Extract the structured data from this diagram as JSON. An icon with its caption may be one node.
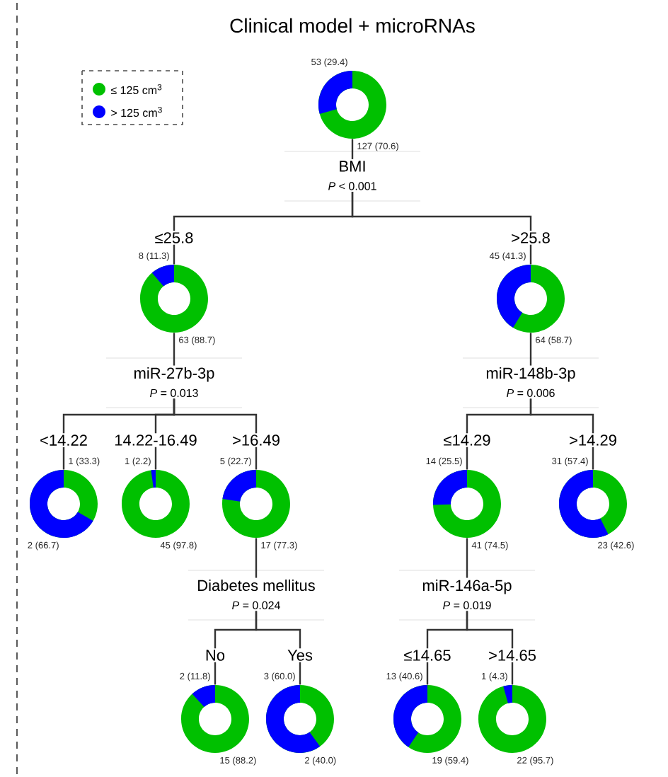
{
  "diagram": {
    "title": "Clinical model + microRNAs",
    "nodes": [
      {
        "text": [],
        "shape": "circle",
        "beside": [
          "53 (29.4)",
          "127 (70.6)"
        ]
      },
      {
        "text": [
          "BMI",
          "*P* < 0.001"
        ]
      },
      {
        "text": [],
        "shape": "circle",
        "beside": [
          "8 (11.3)",
          "63 (88.7)"
        ]
      },
      {
        "text": [],
        "shape": "circle",
        "beside": [
          "45 (41.3)",
          "64 (58.7)"
        ]
      },
      {
        "text": [
          "miR-27b-3p",
          "*P* = 0.013"
        ]
      },
      {
        "text": [
          "miR-148b-3p",
          "*P* = 0.006"
        ]
      },
      {
        "text": [],
        "shape": "circle",
        "beside": [
          "1 (33.3)",
          "2 (66.7)"
        ]
      },
      {
        "text": [],
        "shape": "circle",
        "beside": [
          "1 (2.2)",
          "45 (97.8)"
        ]
      },
      {
        "text": [],
        "shape": "circle",
        "beside": [
          "5 (22.7)",
          "17 (77.3)"
        ]
      },
      {
        "text": [],
        "shape": "circle",
        "beside": [
          "14 (25.5)",
          "41 (74.5)"
        ]
      },
      {
        "text": [],
        "shape": "circle",
        "beside": [
          "31 (57.4)",
          "23 (42.6)"
        ]
      },
      {
        "text": [
          "Diabetes mellitus",
          "*P* = 0.024"
        ]
      },
      {
        "text": [
          "miR-146a-5p",
          "*P* = 0.019"
        ]
      },
      {
        "text": [],
        "shape": "circle",
        "beside": [
          "2 (11.8)",
          "15 (88.2)"
        ]
      },
      {
        "text": [],
        "shape": "circle",
        "beside": [
          "3 (60.0)",
          "2 (40.0)"
        ]
      },
      {
        "text": [],
        "shape": "circle",
        "beside": [
          "13 (40.6)",
          "19 (59.4)"
        ]
      },
      {
        "text": [],
        "shape": "circle",
        "beside": [
          "1 (4.3)",
          "22 (95.7)"
        ]
      }
    ],
    "edges": [
      {
        "from": 0,
        "to": 1,
        "arrow": "none"
      },
      {
        "from": 1,
        "to": 2,
        "arrow": "none",
        "label": "≤25.8"
      },
      {
        "from": 1,
        "to": 3,
        "arrow": "none",
        "label": ">25.8"
      },
      {
        "from": 2,
        "to": 4,
        "arrow": "none"
      },
      {
        "from": 3,
        "to": 5,
        "arrow": "none"
      },
      {
        "from": 4,
        "to": 6,
        "arrow": "none",
        "label": "<14.22"
      },
      {
        "from": 4,
        "to": 7,
        "arrow": "none",
        "label": "14.22-16.49"
      },
      {
        "from": 4,
        "to": 8,
        "arrow": "none",
        "label": ">16.49"
      },
      {
        "from": 5,
        "to": 9,
        "arrow": "none",
        "label": "≤14.29"
      },
      {
        "from": 5,
        "to": 10,
        "arrow": "none",
        "label": ">14.29"
      },
      {
        "from": 8,
        "to": 11,
        "arrow": "none"
      },
      {
        "from": 9,
        "to": 12,
        "arrow": "none"
      },
      {
        "from": 11,
        "to": 13,
        "arrow": "none",
        "label": "No"
      },
      {
        "from": 11,
        "to": 14,
        "arrow": "none",
        "label": "Yes"
      },
      {
        "from": 12,
        "to": 15,
        "arrow": "none",
        "label": "≤14.65"
      },
      {
        "from": 12,
        "to": 16,
        "arrow": "none",
        "label": ">14.65"
      }
    ],
    "legend": [
      {
        "text": "≤ 125 cm$^{3}$",
        "color": "#00c000"
      },
      {
        "text": "> 125 cm$^{3}$",
        "color": "#0000ff"
      }
    ]
  }
}
